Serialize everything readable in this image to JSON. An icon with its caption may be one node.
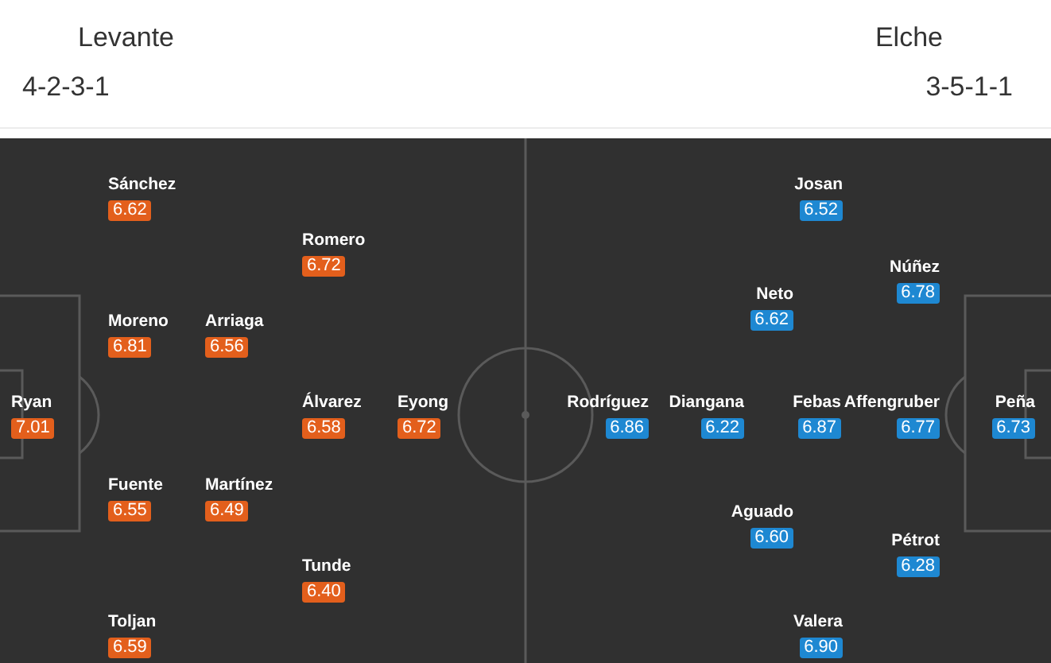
{
  "diagram": {
    "nodes": [
      {
        "text": [
          "Sánchez",
          "6.62"
        ]
      },
      {
        "text": [
          "Romero",
          "6.72"
        ]
      },
      {
        "text": [
          "Moreno",
          "6.81"
        ]
      },
      {
        "text": [
          "Arriaga",
          "6.56"
        ]
      },
      {
        "text": [
          "Ryan",
          "7.01"
        ]
      },
      {
        "text": [
          "Álvarez",
          "6.58"
        ]
      },
      {
        "text": [
          "Eyong",
          "6.72"
        ]
      },
      {
        "text": [
          "Fuente",
          "6.55"
        ]
      },
      {
        "text": [
          "Martínez",
          "6.49"
        ]
      },
      {
        "text": [
          "Tunde",
          "6.40"
        ]
      },
      {
        "text": [
          "Toljan",
          "6.59"
        ]
      },
      {
        "text": [
          "Josan",
          "6.52"
        ]
      },
      {
        "text": [
          "Núñez",
          "6.78"
        ]
      },
      {
        "text": [
          "Neto",
          "6.62"
        ]
      },
      {
        "text": [
          "Rodríguez",
          "6.86"
        ]
      },
      {
        "text": [
          "Diangana",
          "6.22"
        ]
      },
      {
        "text": [
          "Febas",
          "6.87"
        ]
      },
      {
        "text": [
          "Affengruber",
          "6.77"
        ]
      },
      {
        "text": [
          "Peña",
          "6.73"
        ]
      },
      {
        "text": [
          "Aguado",
          "6.60"
        ]
      },
      {
        "text": [
          "Pétrot",
          "6.28"
        ]
      },
      {
        "text": [
          "Valera",
          "6.90"
        ]
      }
    ],
    "labels": [
      "Levante",
      "Elche",
      "4-2-3-1",
      "3-5-1-1"
    ]
  }
}
